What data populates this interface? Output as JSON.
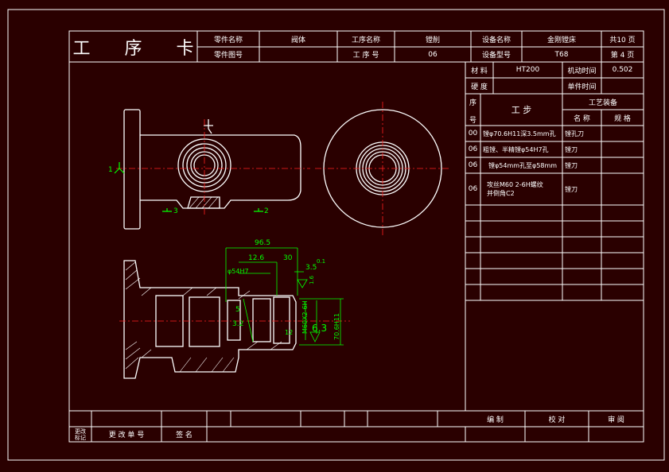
{
  "header": {
    "title": "工 序 卡",
    "part_name_label": "零件名称",
    "part_name": "阀体",
    "part_no_label": "零件图号",
    "part_no": "",
    "process_name_label": "工序名称",
    "process_name": "镗削",
    "process_no_label": "工 序 号",
    "process_no": "06",
    "equip_name_label": "设备名称",
    "equip_name": "金刚镗床",
    "equip_model_label": "设备型号",
    "equip_model": "T68",
    "total_pages": "共10 页",
    "page_no": "第 4 页"
  },
  "info": {
    "material_label": "材 料",
    "material": "HT200",
    "machine_time_label": "机动时间",
    "machine_time": "0.502",
    "hardness_label": "硬 度",
    "hardness": "",
    "unit_time_label": "单件时间",
    "unit_time": "",
    "seq_label_top": "序",
    "seq_label_bottom": "号",
    "step_label": "工  步",
    "equipment_label": "工艺装备",
    "name_label": "名  称",
    "spec_label": "规 格"
  },
  "steps": [
    {
      "no": "00",
      "desc": "镗φ70.6H11深3.5mm孔",
      "tool": "镗孔刀"
    },
    {
      "no": "06",
      "desc": "粗镗、半精镗φ54H7孔",
      "tool": "镗刀"
    },
    {
      "no": "06",
      "desc": "镗φ54mm孔至φ58mm",
      "tool": "镗刀"
    },
    {
      "no": "06",
      "desc": "攻丝M60 2-6H螺纹\n并倒角C2",
      "tool": "镗刀"
    }
  ],
  "footer": {
    "change_mark": "更改\n标记",
    "change_doc": "更 改 单 号",
    "sign": "签 名",
    "compile": "编  制",
    "check": "校  对",
    "review": "审  阅"
  },
  "drawing": {
    "label_1": "1",
    "label_2": "2",
    "label_3": "3",
    "dims": {
      "d1": "96.5",
      "d2": "12.6",
      "d3": "30",
      "d4": "3.5",
      "d5": "0.1",
      "d6": "φ54H7",
      "d7": "5",
      "d8": "3.2",
      "d9": "6.3",
      "d10": "12",
      "d11": "M60X2-6H",
      "d12": "70.6H11",
      "d13": "1.6"
    },
    "colors": {
      "line": "#ffffff",
      "center": "#ff2020",
      "dim": "#00ff00",
      "hatch": "#ffffff"
    }
  }
}
